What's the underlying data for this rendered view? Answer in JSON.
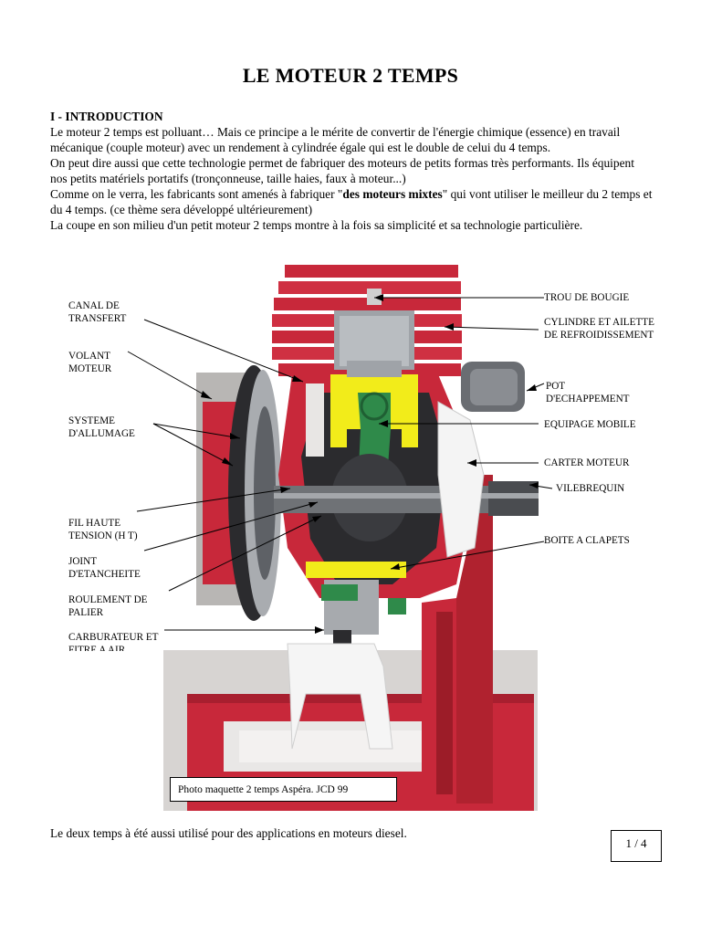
{
  "title": "LE MOTEUR 2 TEMPS",
  "intro": {
    "heading": "I - INTRODUCTION",
    "p1": "Le moteur 2 temps est polluant… Mais ce principe a le mérite de convertir de l'énergie chimique (essence) en travail mécanique (couple moteur) avec un rendement à cylindrée égale qui est le double de celui du 4 temps.",
    "p2": "On peut dire aussi que cette technologie permet de fabriquer des moteurs de petits formas très performants. Ils équipent nos petits matériels portatifs (tronçonneuse, taille haies, faux à moteur...)",
    "p3_before": "Comme on le verra, les fabricants sont amenés à fabriquer \"",
    "p3_bold": "des moteurs mixtes",
    "p3_after": "\" qui vont utiliser le meilleur du 2 temps et du 4 temps. (ce thème sera développé ultérieurement)",
    "p4": "La coupe en son milieu d'un petit moteur 2 temps montre à la fois sa simplicité et sa technologie particulière."
  },
  "labels": {
    "canal": "CANAL DE TRANSFERT",
    "volant": "VOLANT MOTEUR",
    "allumage": "SYSTEME D'ALLUMAGE",
    "fil": "FIL HAUTE TENSION (H T)",
    "joint": "JOINT D'ETANCHEITE",
    "roulement": "ROULEMENT DE PALIER",
    "carburateur": "CARBURATEUR ET FITRE A AIR",
    "bougie": "TROU DE BOUGIE",
    "cylindre": "CYLINDRE ET AILETTE  DE REFROIDISSEMENT",
    "pot": "POT D'ECHAPPEMENT",
    "equipage": "EQUIPAGE MOBILE",
    "carter": "CARTER MOTEUR",
    "vilebrequin": "VILEBREQUIN",
    "clapets": "BOITE A CLAPETS"
  },
  "photo_caption": "Photo maquette 2 temps Aspéra. JCD 99",
  "footer_text": "Le deux temps à été aussi utilisé pour des applications en moteurs diesel.",
  "page_number": "1 /  4",
  "colors": {
    "engine_red": "#c8283a",
    "piston_yellow": "#f2ec1a",
    "rod_green": "#2f8a4a",
    "metal_gray": "#8c8f93",
    "dark": "#2b2b2e"
  }
}
